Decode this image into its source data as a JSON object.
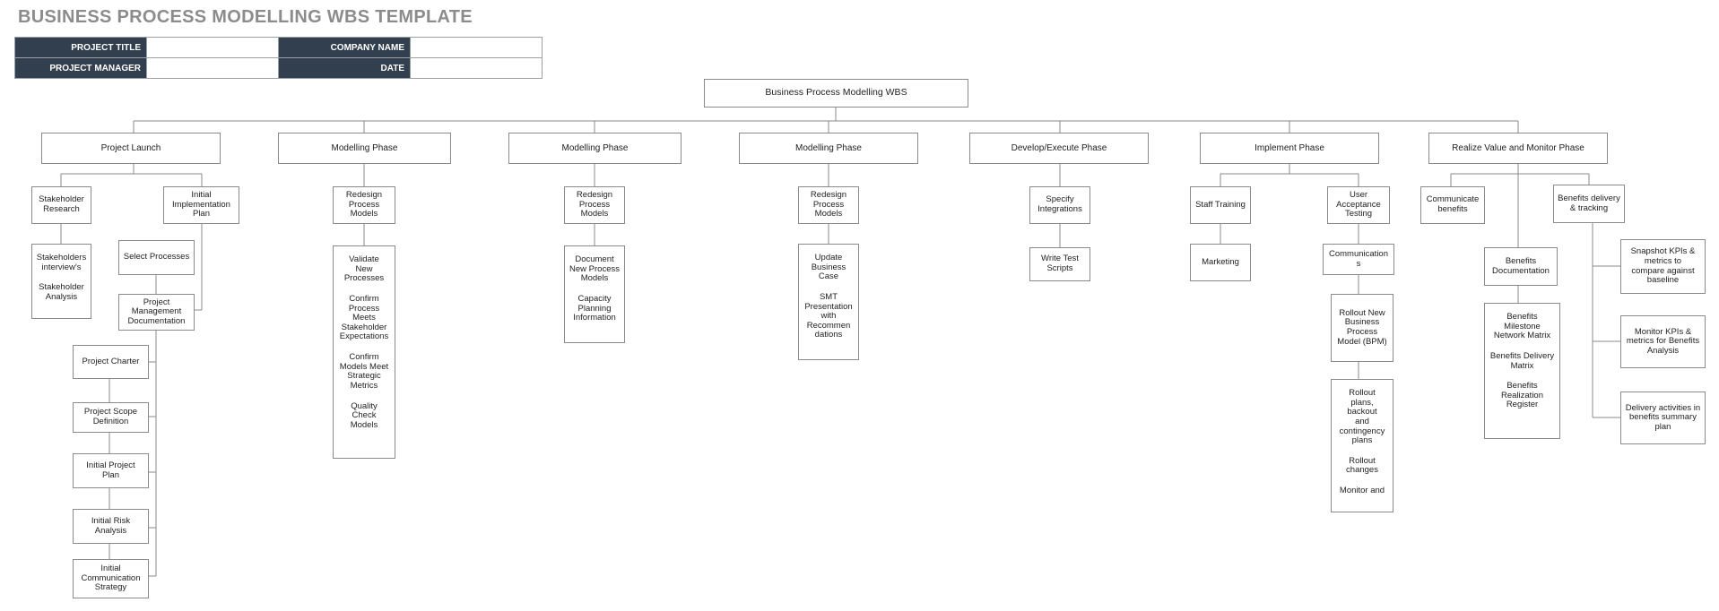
{
  "title": "BUSINESS PROCESS MODELLING WBS TEMPLATE",
  "header": {
    "project_title_label": "PROJECT TITLE",
    "project_title_value": "",
    "company_name_label": "COMPANY NAME",
    "company_name_value": "",
    "project_manager_label": "PROJECT MANAGER",
    "project_manager_value": "",
    "date_label": "DATE",
    "date_value": ""
  },
  "wbs": {
    "root": "Business Process Modelling WBS",
    "phases": [
      {
        "label": "Project Launch",
        "children": [
          {
            "label": "Stakeholder\nResearch"
          },
          {
            "label": "Stakeholders\ninterview's"
          },
          {
            "label": "Stakeholder\nAnalysis"
          },
          {
            "label": "Initial\nImplementation\nPlan"
          },
          {
            "label": "Select Processes"
          },
          {
            "label": "Project\nManagement\nDocumentation"
          },
          {
            "label": "Project Charter"
          },
          {
            "label": "Project Scope\nDefinition"
          },
          {
            "label": "Initial Project\nPlan"
          },
          {
            "label": "Initial Risk\nAnalysis"
          },
          {
            "label": "Initial\nCommunication\nStrategy"
          }
        ]
      },
      {
        "label": "Modelling Phase",
        "children": [
          {
            "label": "Redesign\nProcess\nModels"
          },
          {
            "label": "Validate\nNew\nProcesses"
          },
          {
            "label": "Confirm\nProcess\nMeets\nStakeholder\nExpectations"
          },
          {
            "label": "Confirm\nModels Meet\nStrategic\nMetrics"
          },
          {
            "label": "Quality\nCheck\nModels"
          }
        ]
      },
      {
        "label": "Modelling Phase",
        "children": [
          {
            "label": "Redesign\nProcess\nModels"
          },
          {
            "label": "Document\nNew Process\nModels"
          },
          {
            "label": "Capacity\nPlanning\nInformation"
          }
        ]
      },
      {
        "label": "Modelling Phase",
        "children": [
          {
            "label": "Redesign\nProcess\nModels"
          },
          {
            "label": "Update\nBusiness\nCase"
          },
          {
            "label": "SMT\nPresentation\nwith\nRecommen\ndations"
          }
        ]
      },
      {
        "label": "Develop/Execute Phase",
        "children": [
          {
            "label": "Specify\nIntegrations"
          },
          {
            "label": "Write Test\nScripts"
          }
        ]
      },
      {
        "label": "Implement Phase",
        "children": [
          {
            "label": "Staff Training"
          },
          {
            "label": "Marketing"
          },
          {
            "label": "User\nAcceptance\nTesting"
          },
          {
            "label": "Communication\ns"
          },
          {
            "label": "Rollout New\nBusiness\nProcess\nModel (BPM)"
          },
          {
            "label": "Rollout\nplans,\nbackout\nand\ncontingency\nplans"
          },
          {
            "label": "Rollout\nchanges"
          },
          {
            "label": "Monitor and"
          }
        ]
      },
      {
        "label": "Realize Value and Monitor Phase",
        "children": [
          {
            "label": "Communicate\nbenefits"
          },
          {
            "label": "Benefits\nDocumentation"
          },
          {
            "label": "Benefits\nMilestone\nNetwork Matrix"
          },
          {
            "label": "Benefits Delivery\nMatrix"
          },
          {
            "label": "Benefits\nRealization\nRegister"
          },
          {
            "label": "Benefits delivery\n& tracking"
          },
          {
            "label": "Snapshot KPIs &\nmetrics to\ncompare against\nbaseline"
          },
          {
            "label": "Monitor KPIs &\nmetrics for Benefits\nAnalysis"
          },
          {
            "label": "Delivery activities in\nbenefits summary\nplan"
          }
        ]
      }
    ]
  }
}
